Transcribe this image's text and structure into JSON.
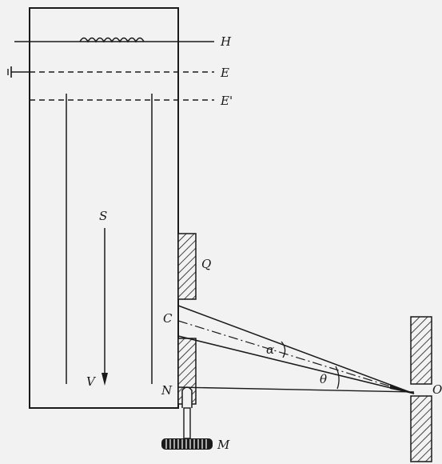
{
  "labels": {
    "H": "H",
    "E": "E",
    "E_prime": "E'",
    "S": "S",
    "V": "V",
    "Q": "Q",
    "C": "C",
    "N": "N",
    "M": "M",
    "O": "O",
    "alpha": "α",
    "theta": "θ"
  }
}
